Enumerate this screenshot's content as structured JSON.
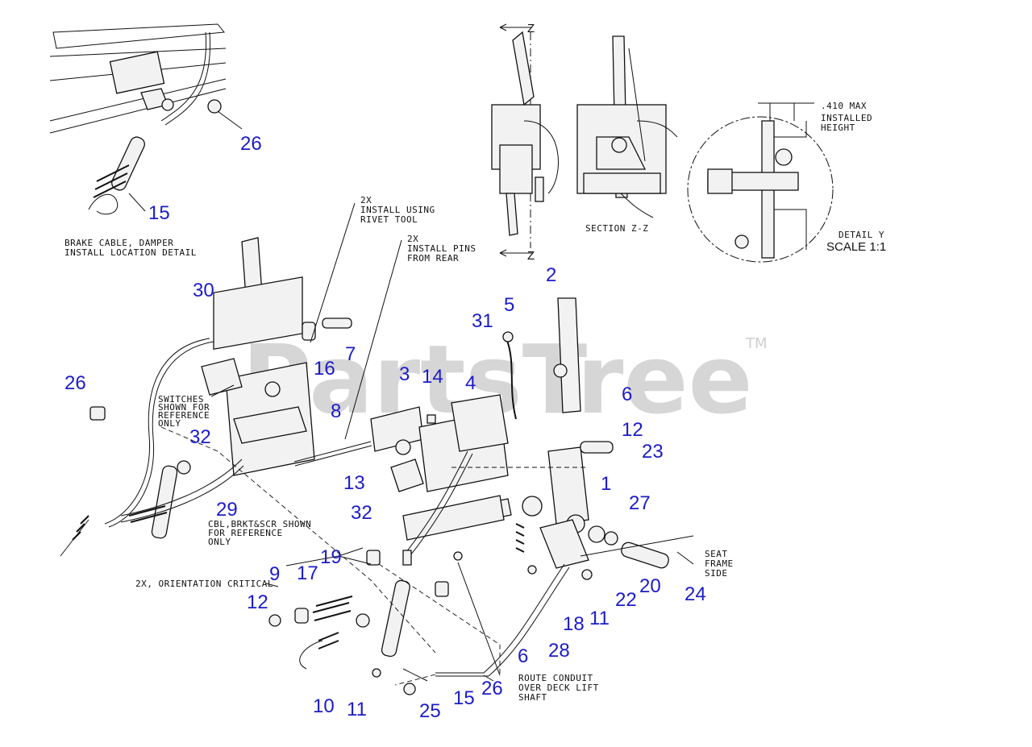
{
  "watermark": {
    "brand": "PartsTree",
    "tm": "TM"
  },
  "notes": {
    "brake_cable_l1": "BRAKE CABLE, DAMPER",
    "brake_cable_l2": "INSTALL LOCATION DETAIL",
    "rivet_l1": "2X",
    "rivet_l2": "INSTALL USING",
    "rivet_l3": "RIVET TOOL",
    "pins_l1": "2X",
    "pins_l2": "INSTALL PINS",
    "pins_l3": "FROM REAR",
    "switches_l1": "SWITCHES",
    "switches_l2": "SHOWN FOR",
    "switches_l3": "REFERENCE",
    "switches_l4": "ONLY",
    "cbl_l1": "CBL,BRKT&SCR SHOWN",
    "cbl_l2": "FOR REFERENCE",
    "cbl_l3": "ONLY",
    "orientation": "2X, ORIENTATION CRITICAL",
    "route_l1": "ROUTE CONDUIT",
    "route_l2": "OVER DECK LIFT",
    "route_l3": "SHAFT",
    "seat_l1": "SEAT",
    "seat_l2": "FRAME",
    "seat_l3": "SIDE",
    "max_l1": ".410 MAX",
    "max_l2": "INSTALLED",
    "max_l3": "HEIGHT",
    "section": "SECTION Z-Z",
    "detail": "DETAIL Y",
    "scale": "SCALE 1:1",
    "z_top": "Z",
    "z_bottom": "Z"
  },
  "callouts": {
    "c26a": "26",
    "c15a": "15",
    "c30": "30",
    "c16": "16",
    "c7": "7",
    "c26b": "26",
    "c32a": "32",
    "c29": "29",
    "c8": "8",
    "c3": "3",
    "c14": "14",
    "c4": "4",
    "c13": "13",
    "c31": "31",
    "c5": "5",
    "c2": "2",
    "c6a": "6",
    "c12a": "12",
    "c23": "23",
    "c1": "1",
    "c27": "27",
    "c32b": "32",
    "c19": "19",
    "c17": "17",
    "c9": "9",
    "c12b": "12",
    "c10": "10",
    "c11a": "11",
    "c25": "25",
    "c15b": "15",
    "c26c": "26",
    "c6b": "6",
    "c28": "28",
    "c18": "18",
    "c11b": "11",
    "c22": "22",
    "c20": "20",
    "c24": "24"
  }
}
